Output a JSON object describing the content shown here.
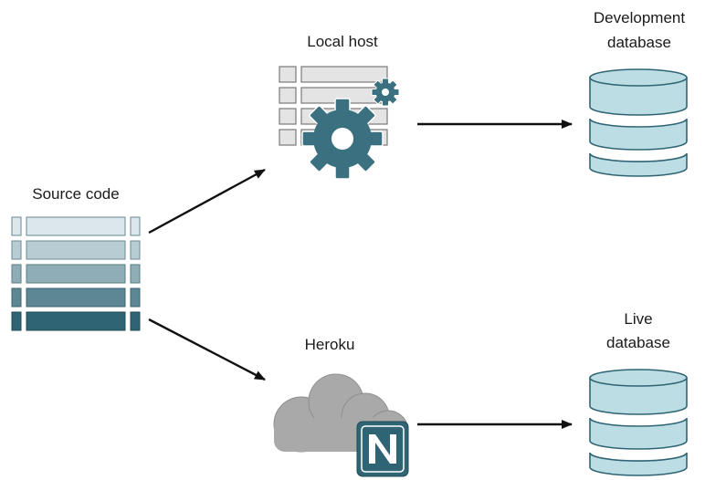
{
  "labels": {
    "source_code": "Source code",
    "local_host": "Local host",
    "development_database_line1": "Development",
    "development_database_line2": "database",
    "heroku": "Heroku",
    "live_database_line1": "Live",
    "live_database_line2": "database"
  },
  "icons": {
    "source_code": "source-code-icon",
    "local_host": "local-host-server-gear-icon",
    "development_database": "development-database-icon",
    "heroku": "heroku-cloud-node-icon",
    "live_database": "live-database-icon"
  },
  "colors": {
    "teal_dark": "#2e6473",
    "teal": "#3a7080",
    "db_fill": "#bcdde3",
    "row_fill": "#e4e4e4",
    "cloud_fill": "#a9a9a9",
    "arrow": "#111111"
  }
}
